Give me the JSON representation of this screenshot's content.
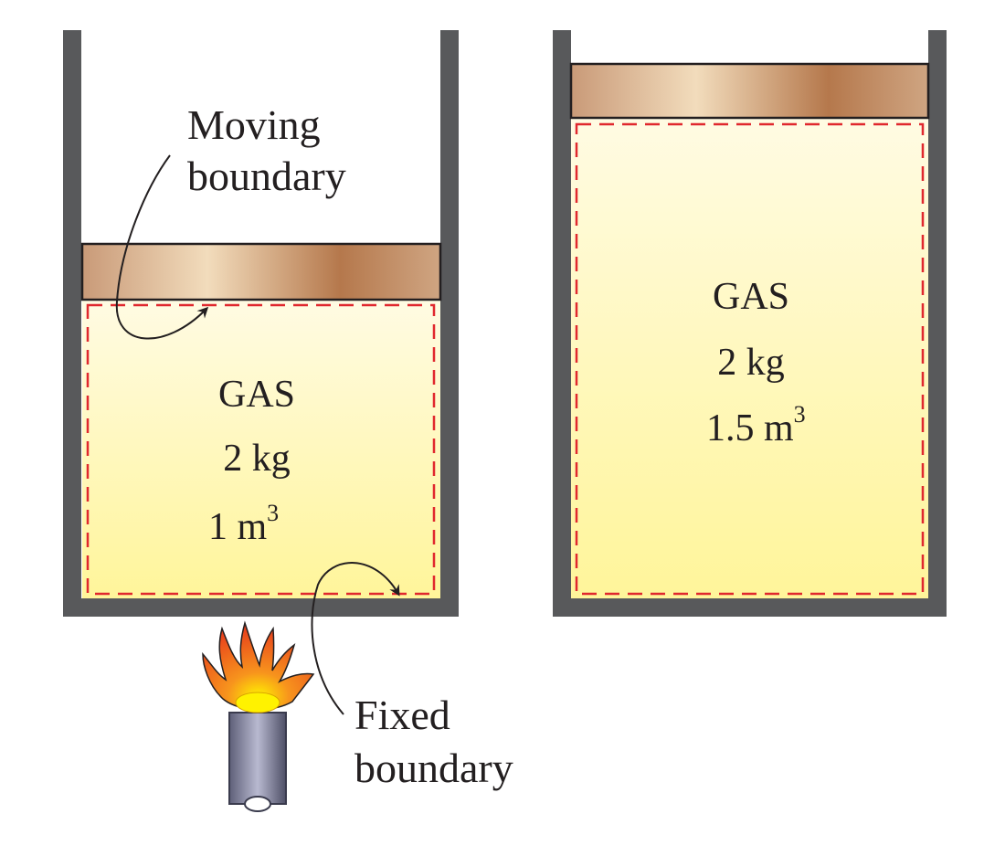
{
  "labels": {
    "moving_line1": "Moving",
    "moving_line2": "boundary",
    "fixed_line1": "Fixed",
    "fixed_line2": "boundary"
  },
  "left_cylinder": {
    "substance": "GAS",
    "mass": "2 kg",
    "volume_value": "1 m",
    "volume_exponent": "3"
  },
  "right_cylinder": {
    "substance": "GAS",
    "mass": "2 kg",
    "volume_value": "1.5 m",
    "volume_exponent": "3"
  },
  "colors": {
    "wall": "#58595b",
    "gas_top": "#fffbe0",
    "gas_bottom": "#fff59a",
    "boundary_dash": "#e0282e",
    "piston_light": "#f0d6b4",
    "piston_dark": "#b87a4e",
    "flame_outer": "#f15a24",
    "flame_inner": "#fff200",
    "burner": "#6d6e8a"
  }
}
